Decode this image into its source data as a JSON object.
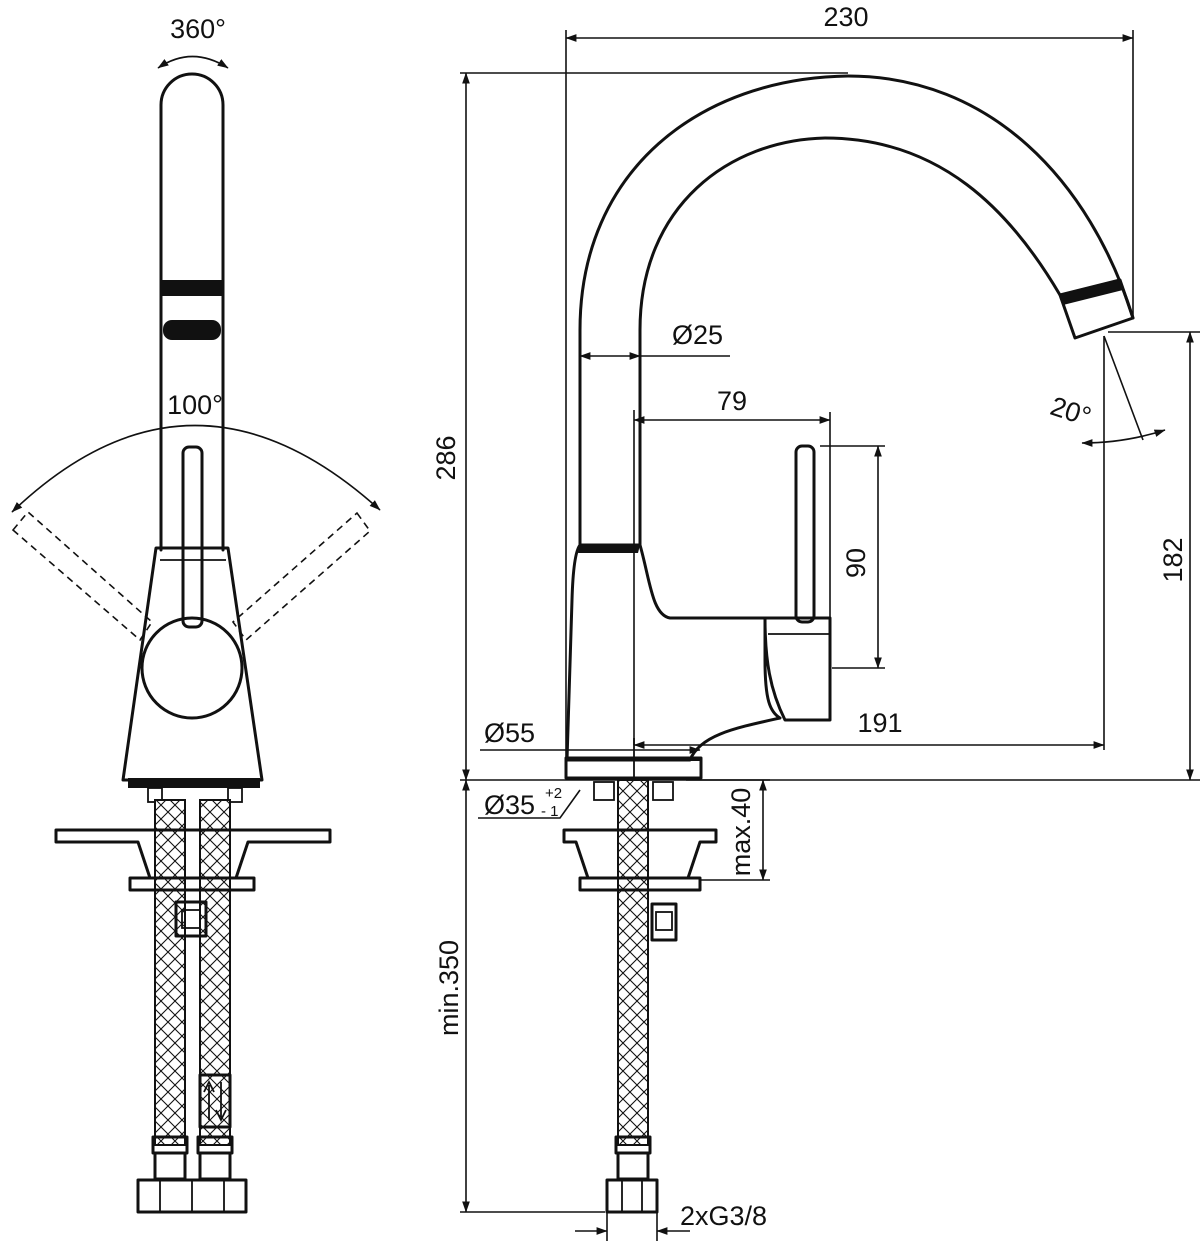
{
  "dimensions": {
    "rotation_360": "360°",
    "lever_swing": "100°",
    "overall_width": "230",
    "overall_height": "286",
    "spout_diameter": "Ø25",
    "lever_offset": "79",
    "lever_height": "90",
    "spout_height": "182",
    "spout_angle": "20°",
    "spout_reach": "191",
    "base_diameter": "Ø55",
    "hole_diameter": "Ø35",
    "hole_tolerance_plus": "+2",
    "hole_tolerance_minus": "- 1",
    "max_deck": "max.40",
    "min_hose": "min.350",
    "connection": "2xG3/8"
  }
}
